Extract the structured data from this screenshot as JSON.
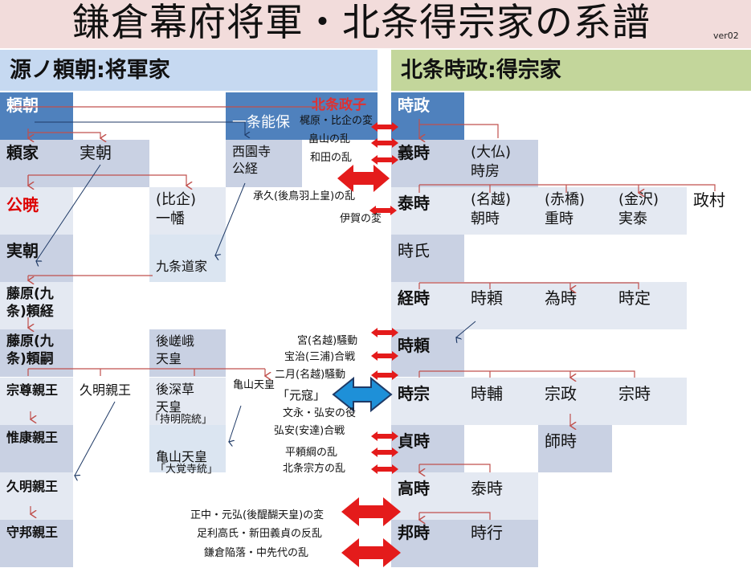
{
  "title": "鎌倉幕府将軍・北条得宗家の系譜",
  "version": "ver02",
  "left": {
    "header": "源ノ頼朝:将軍家",
    "yoritomo": "頼朝",
    "ichijo": "一条能保",
    "masako": "北条政子",
    "yoriie": "頼家",
    "sanetomo1": "実朝",
    "saionji": "西園寺\n公経",
    "kugyo": "公暁",
    "ichiman": "(比企)\n一幡",
    "sanetomo2": "実朝",
    "michiie": "九条道家",
    "yoritsune": "藤原(九\n条)頼経",
    "yoritsugu": "藤原(九\n条)頼嗣",
    "gosaga": "後嵯峨\n天皇",
    "munetaka": "宗尊親王",
    "hisaakira1": "久明親王",
    "gofukakusa": "後深草\n天皇",
    "jimyoin": "「持明院統」",
    "kameyama_label": "亀山天皇",
    "koreyasu": "惟康親王",
    "kameyama": "亀山天皇",
    "daikakuji": "「大覚寺統」",
    "hisaakira2": "久明親王",
    "morikuni": "守邦親王"
  },
  "right": {
    "header": "北条時政:得宗家",
    "tokimasa": "時政",
    "yoshitoki": "義時",
    "tokifusa": "(大仏)\n時房",
    "yasutoki": "泰時",
    "tomotoki": "(名越)\n朝時",
    "shigetoki": "(赤橋)\n重時",
    "saneyasu": "(金沢)\n実泰",
    "masamura": "政村",
    "tokiuji": "時氏",
    "tsunetoki": "経時",
    "tokiyori1": "時頼",
    "tametoki": "為時",
    "tokisada": "時定",
    "tokiyori2": "時頼",
    "tokimune": "時宗",
    "tokisuke": "時輔",
    "munemasa": "宗政",
    "munetoki": "宗時",
    "sadatoki": "貞時",
    "morotoki": "師時",
    "takatoki": "高時",
    "yasuie": "泰時",
    "kunitoki": "邦時",
    "tokiyuki": "時行"
  },
  "events": [
    "梶原・比企の変",
    "畠山の乱",
    "和田の乱",
    "承久(後鳥羽上皇)の乱",
    "伊賀の変",
    "宮(名越)騒動",
    "宝治(三浦)合戦",
    "二月(名越)騒動",
    "「元寇」",
    "文永・弘安の役",
    "弘安(安達)合戦",
    "平頼綱の乱",
    "北条宗方の乱",
    "正中・元弘(後醍醐天皇)の変",
    "足利高氏・新田義貞の反乱",
    "鎌倉陥落・中先代の乱"
  ],
  "colors": {
    "dark": "#4f81bd",
    "red": "#dd1111",
    "blue": "#1e90d8",
    "line": "#c0504d"
  }
}
